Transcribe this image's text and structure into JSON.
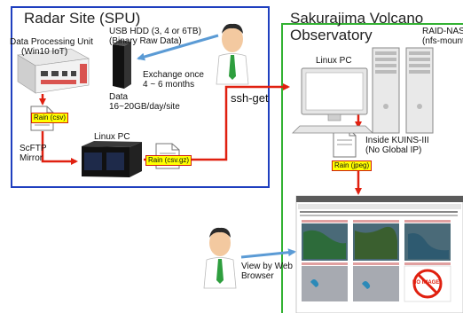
{
  "spu": {
    "title": "Radar Site (SPU)",
    "dpu_label_1": "Data Processing Unit",
    "dpu_label_2": "(Win10 IoT)",
    "hdd_label_1": "USB HDD (3, 4 or 6TB)",
    "hdd_label_2": "(Binary Raw Data)",
    "exchange_1": "Exchange once",
    "exchange_2": "4 ~ 6 months",
    "data_1": "Data",
    "data_2": "16~20GB/day/site",
    "rain_csv": "Rain (csv)",
    "scftp_1": "ScFTP",
    "scftp_2": "Mirror",
    "linux_pc": "Linux PC",
    "rain_csvgz": "Rain (csv.gz)"
  },
  "transfer": {
    "ssh_get": "ssh-get"
  },
  "observatory": {
    "title_1": "Sakurajima Volcano",
    "title_2": "Observatory",
    "raid_1": "RAID-NAS",
    "raid_2": "(nfs-mount",
    "linux_pc": "Linux PC",
    "inside_1": "Inside KUINS-III",
    "inside_2": "(No Global IP)",
    "rain_jpeg": "Rain (jpeg)",
    "no_image": "NO IMAGE"
  },
  "viewer": {
    "view_1": "View by Web",
    "view_2": "Browser"
  },
  "colors": {
    "spu_border": "#1f3fbf",
    "obs_border": "#33b233",
    "arrow_red": "#e02010",
    "arrow_blue": "#5b9bd5",
    "tag_fill": "#ffff00"
  }
}
